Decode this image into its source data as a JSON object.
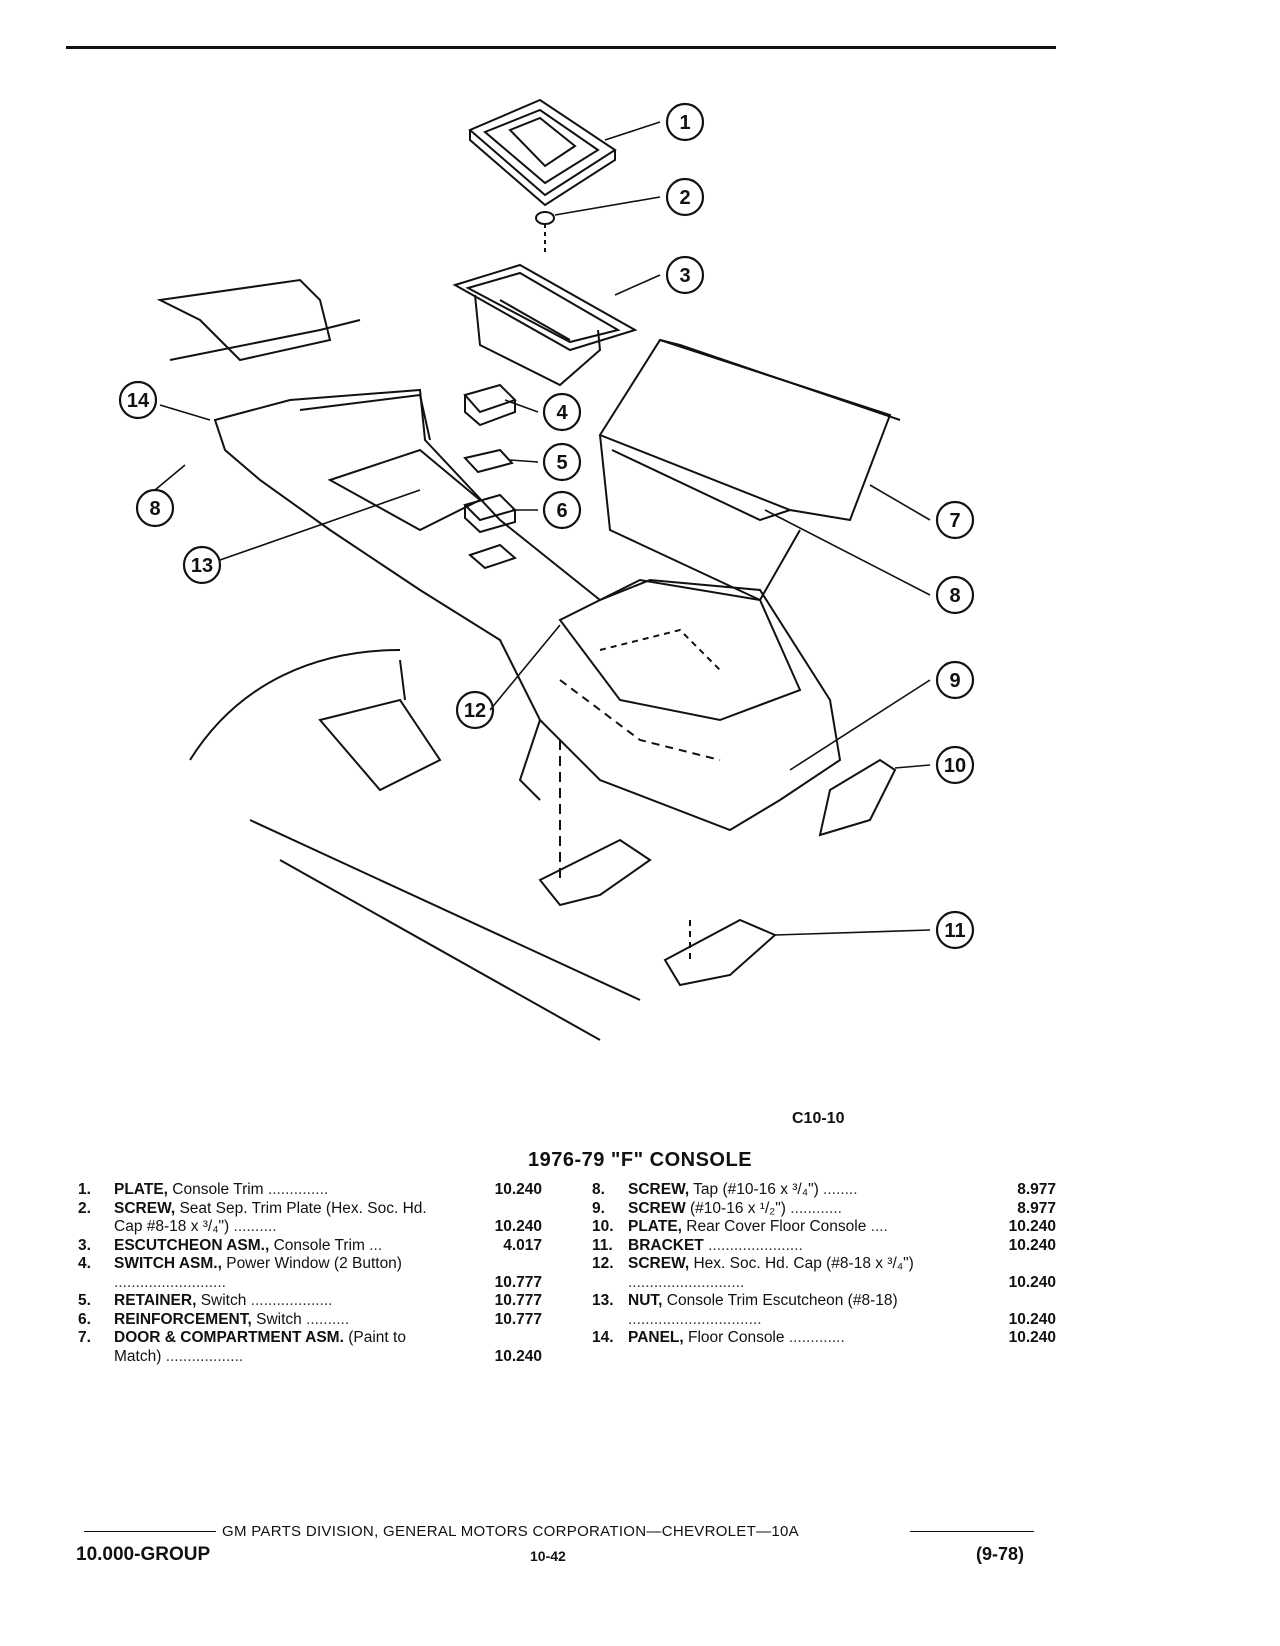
{
  "figure": {
    "code": "C10-10",
    "callouts": [
      "1",
      "2",
      "3",
      "4",
      "5",
      "6",
      "7",
      "8",
      "8",
      "9",
      "10",
      "11",
      "12",
      "13",
      "14"
    ]
  },
  "title": "1976-79 \"F\" CONSOLE",
  "parts_left": [
    {
      "num": "1.",
      "name": "PLATE,",
      "desc": "Console Trim",
      "dots": "..............",
      "code": "10.240"
    },
    {
      "num": "2.",
      "name": "SCREW,",
      "desc": "Seat Sep. Trim Plate (Hex. Soc. Hd. Cap #8-18 x ³/₄\")",
      "dots": "..........",
      "code": "10.240"
    },
    {
      "num": "3.",
      "name": "ESCUTCHEON ASM.,",
      "desc": "Console Trim",
      "dots": "...",
      "code": "4.017"
    },
    {
      "num": "4.",
      "name": "SWITCH ASM.,",
      "desc": "Power Window (2 Button)",
      "dots": "..........................",
      "code": "10.777"
    },
    {
      "num": "5.",
      "name": "RETAINER,",
      "desc": "Switch",
      "dots": "...................",
      "code": "10.777"
    },
    {
      "num": "6.",
      "name": "REINFORCEMENT,",
      "desc": "Switch",
      "dots": "..........",
      "code": "10.777"
    },
    {
      "num": "7.",
      "name": "DOOR & COMPARTMENT ASM.",
      "desc": "(Paint to Match)",
      "dots": "..................",
      "code": "10.240"
    }
  ],
  "parts_right": [
    {
      "num": "8.",
      "name": "SCREW,",
      "desc": "Tap (#10-16 x ³/₄\")",
      "dots": "........",
      "code": "8.977"
    },
    {
      "num": "9.",
      "name": "SCREW",
      "desc": "(#10-16 x ¹/₂\")",
      "dots": "............",
      "code": "8.977"
    },
    {
      "num": "10.",
      "name": "PLATE,",
      "desc": "Rear Cover Floor Console",
      "dots": "....",
      "code": "10.240"
    },
    {
      "num": "11.",
      "name": "BRACKET",
      "desc": "",
      "dots": "......................",
      "code": "10.240"
    },
    {
      "num": "12.",
      "name": "SCREW,",
      "desc": "Hex. Soc. Hd. Cap (#8-18 x ³/₄\")",
      "dots": "...........................",
      "code": "10.240"
    },
    {
      "num": "13.",
      "name": "NUT,",
      "desc": "Console Trim Escutcheon (#8-18)",
      "dots": "...............................",
      "code": "10.240"
    },
    {
      "num": "14.",
      "name": "PANEL,",
      "desc": "Floor Console",
      "dots": ".............",
      "code": "10.240"
    }
  ],
  "footer": {
    "division": "GM PARTS DIVISION, GENERAL MOTORS CORPORATION—CHEVROLET—10A",
    "group": "10.000-GROUP",
    "page": "10-42",
    "date": "(9-78)"
  }
}
